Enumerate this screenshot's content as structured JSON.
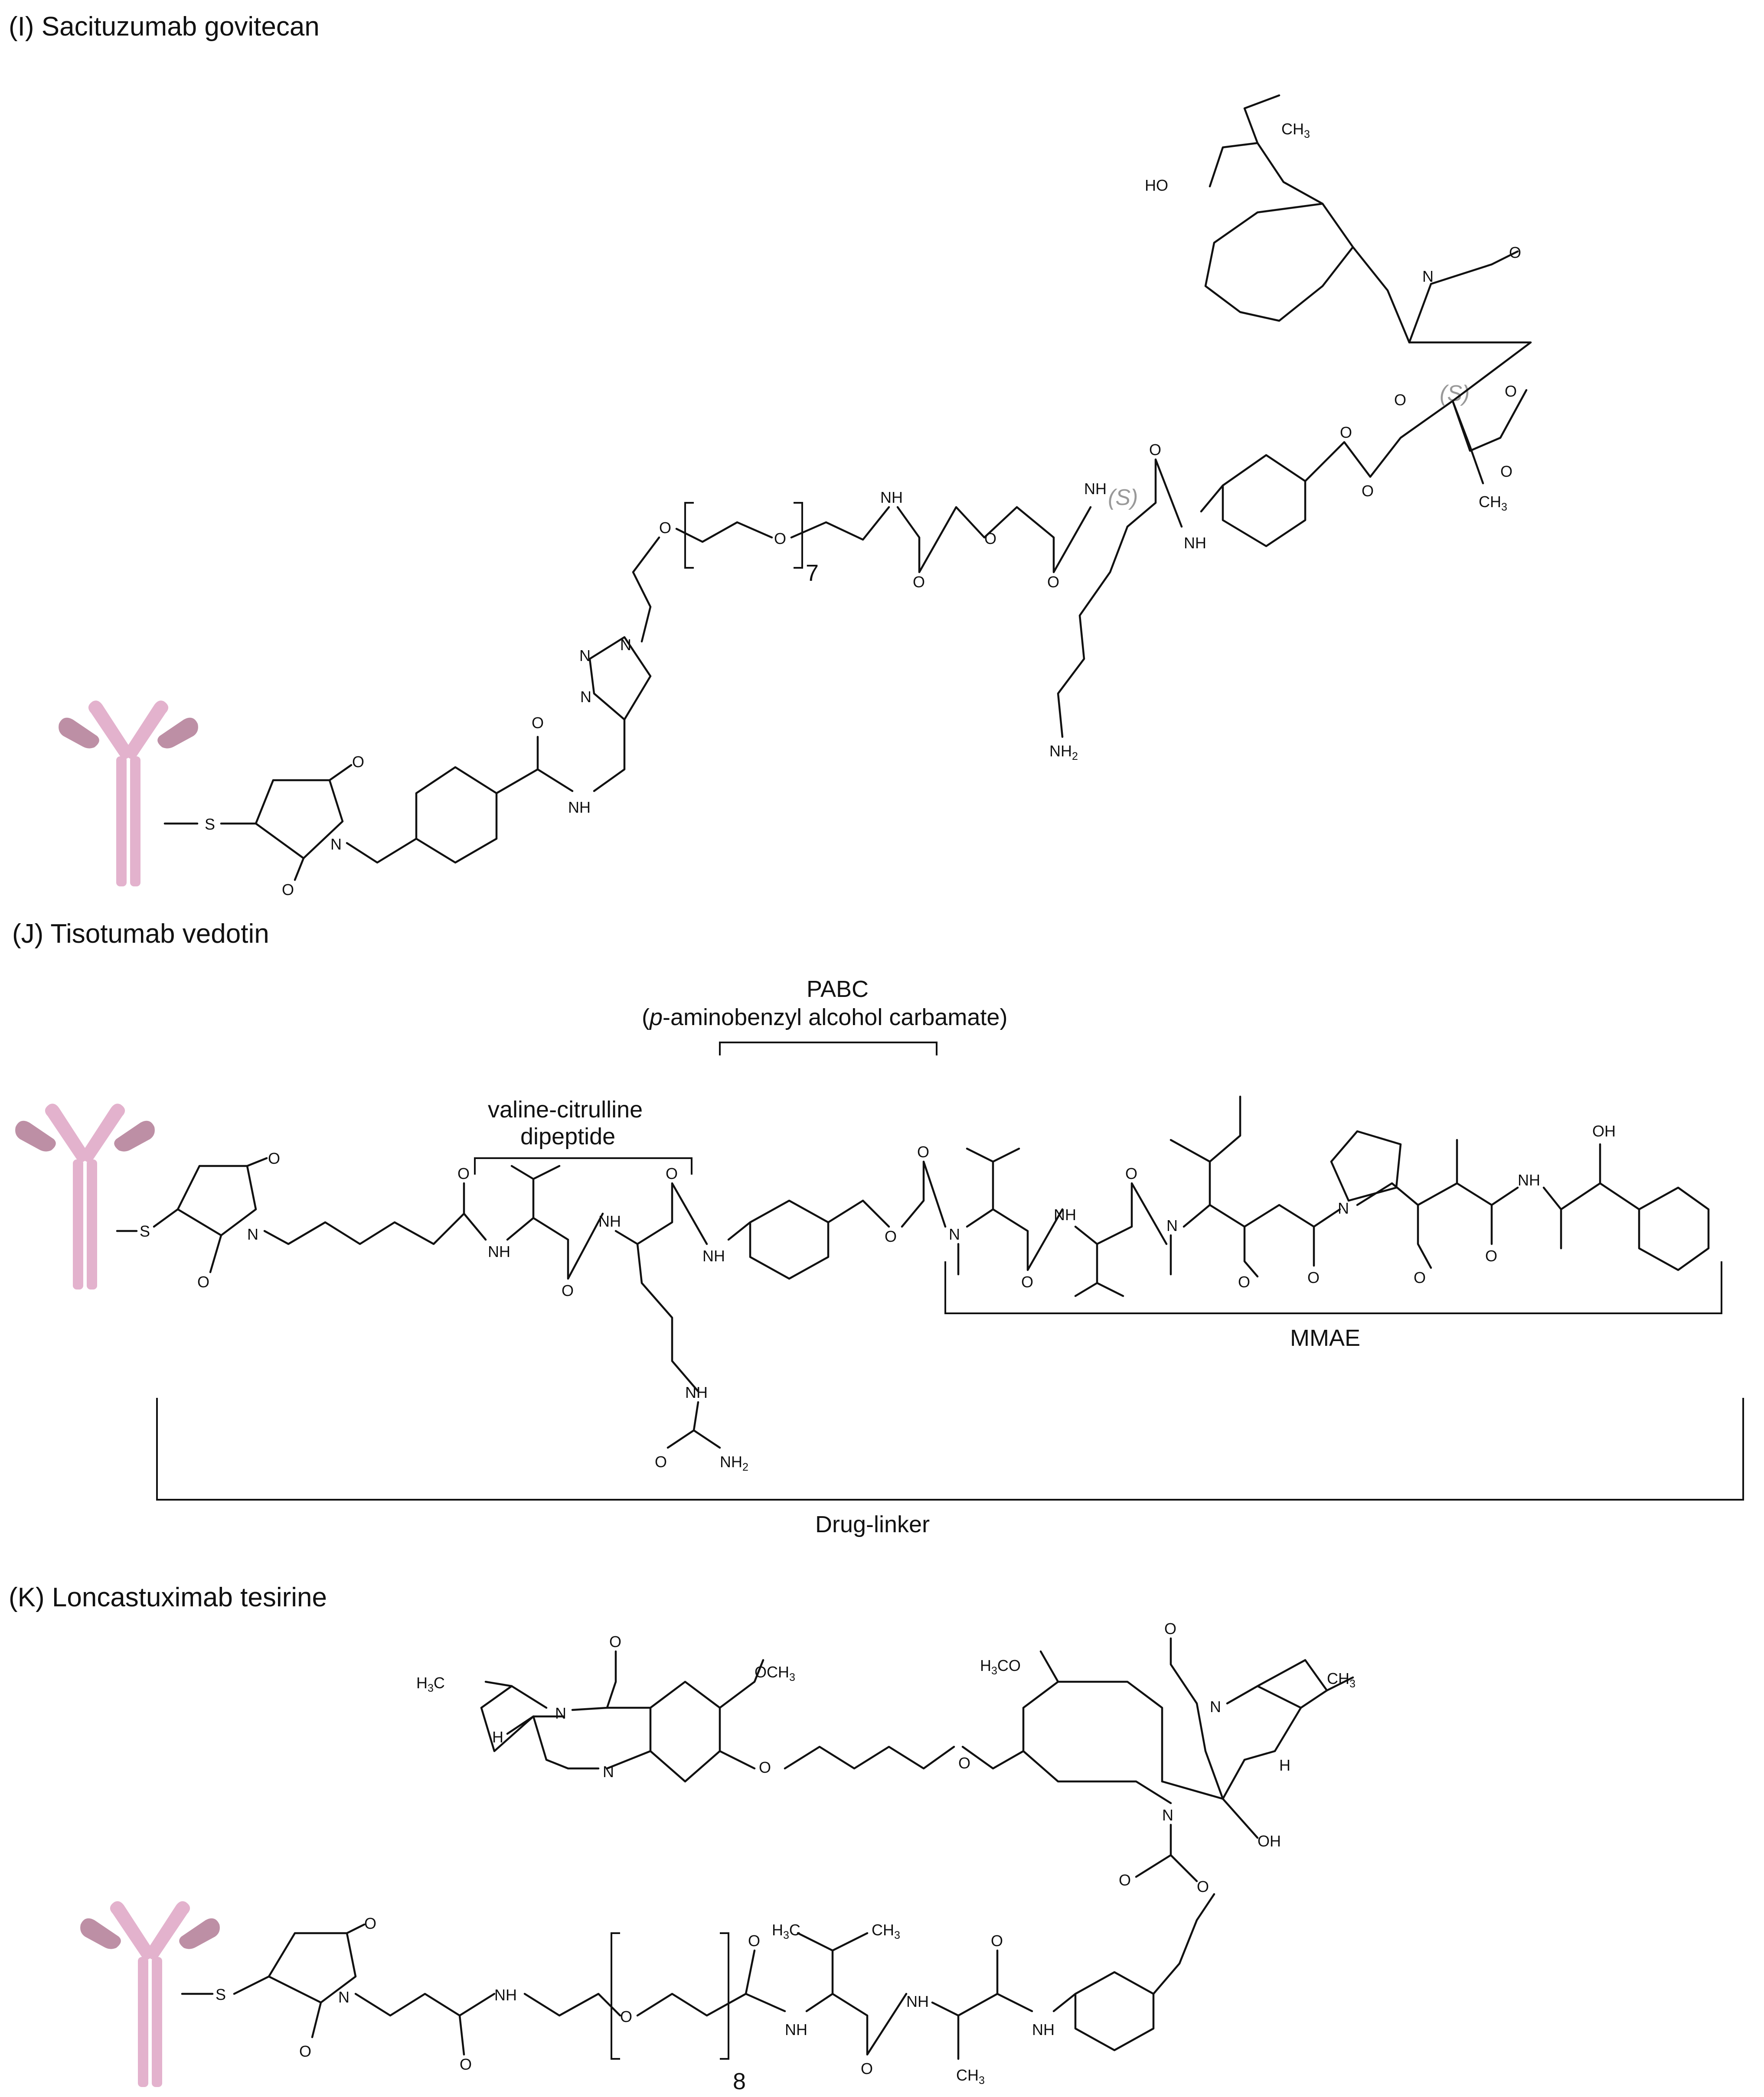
{
  "panels": {
    "I": {
      "title": "(I) Sacituzumab govitecan",
      "repeat": "7"
    },
    "J": {
      "title": "(J) Tisotumab vedotin",
      "pabc_line1": "PABC",
      "pabc_line2_italic": "p",
      "pabc_line2_rest": "-aminobenzyl alcohol carbamate)",
      "vc_line1": "valine-citrulline",
      "vc_line2": "dipeptide",
      "mmae": "MMAE",
      "drug_linker": "Drug-linker"
    },
    "K": {
      "title": "(K) Loncastuximab tesirine",
      "repeat": "8"
    }
  },
  "stereo_label": "(S)",
  "atoms": {
    "O": "O",
    "N": "N",
    "S": "S",
    "H": "H",
    "HO": "HO",
    "OH": "OH",
    "NH": "NH",
    "CH": "CH",
    "NH2_base": "NH",
    "sub2": "2",
    "sub3": "3",
    "H3C_H": "H",
    "H3C_C": "C",
    "OCH": "OCH",
    "H3CO_H": "H",
    "H3CO_rest": "CO"
  },
  "colors": {
    "antibody_light": "#e3b2cd",
    "antibody_dark": "#bd8fa5",
    "line": "#111111",
    "stereo": "#999999"
  }
}
